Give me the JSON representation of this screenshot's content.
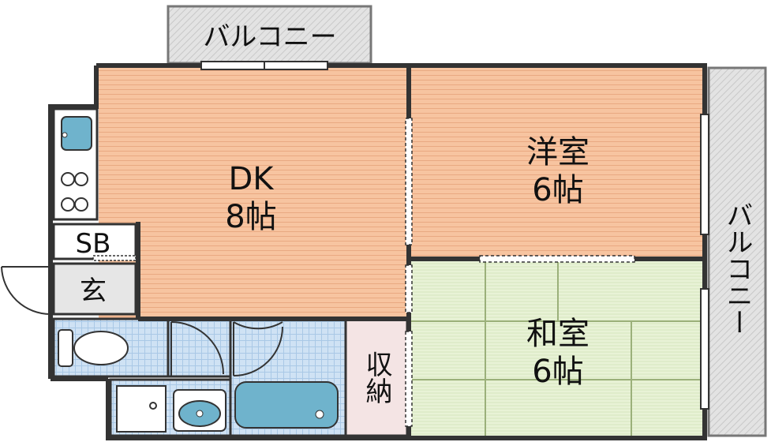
{
  "floorplan": {
    "balcony_top": "バルコニー",
    "balcony_right": "バルコニー",
    "dk": {
      "name": "DK",
      "size": "8帖"
    },
    "western_room": {
      "name": "洋室",
      "size": "6帖"
    },
    "japanese_room": {
      "name": "和室",
      "size": "6帖"
    },
    "sb": "SB",
    "entrance": "玄",
    "storage": "収納"
  },
  "colors": {
    "wood_floor": "#f7c4a0",
    "tatami": "#e8f2d6",
    "tatami_line": "#9bb07a",
    "tile": "#cfe2f4",
    "fixture": "#6fb3cc",
    "balcony": "#e3e3e3",
    "wall": "#333333",
    "storage": "#f4e4e4"
  }
}
